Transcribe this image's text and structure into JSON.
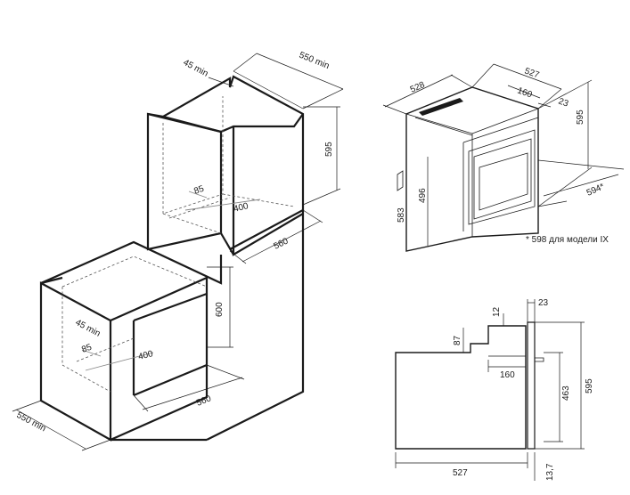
{
  "upper_niche": {
    "gap_top": "45 min",
    "depth": "550 min",
    "height": "595",
    "inner_depth": "85",
    "inner_width": "400",
    "width": "560"
  },
  "lower_niche": {
    "gap_back": "45 min",
    "inner_depth": "85",
    "inner_width": "400",
    "height": "600",
    "width": "560",
    "depth": "550 min"
  },
  "oven_iso": {
    "depth": "528",
    "width": "527",
    "panel_depth": "160",
    "panel_thickness": "23",
    "height": "595",
    "front_width": "594*",
    "body_height": "583",
    "inner_height": "496"
  },
  "footnote": "* 598 для модели IX",
  "oven_side": {
    "top_offset": "12",
    "panel_thickness": "23",
    "step_height": "87",
    "step_depth": "160",
    "body_height": "463",
    "height": "595",
    "depth": "527",
    "bottom_offset": "13,7"
  }
}
